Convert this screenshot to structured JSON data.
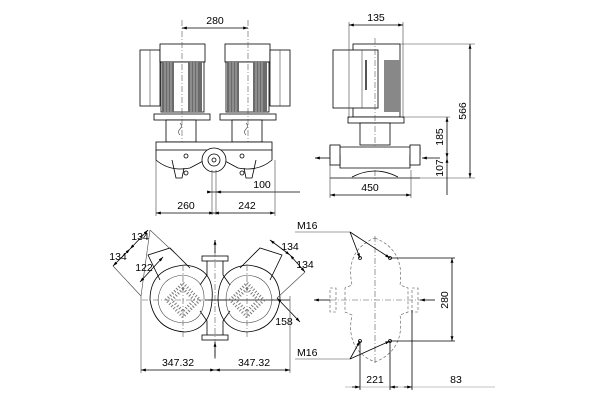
{
  "drawing": {
    "title": "Twin pump dimensional drawing",
    "front_view": {
      "dimensions": {
        "motor_spacing": "280",
        "left_width": "260",
        "right_width": "242",
        "flange_offset": "100"
      }
    },
    "side_view": {
      "dimensions": {
        "motor_width": "135",
        "total_height": "566",
        "base_to_flange": "185",
        "flange_height": "107",
        "base_length": "450"
      }
    },
    "top_view": {
      "dimensions": {
        "diag_left_outer": "134",
        "diag_left_inner": "134",
        "diag_left_radius": "122",
        "diag_right_outer": "134",
        "diag_right_inner": "134",
        "diag_right_radius": "158",
        "left_half": "347.32",
        "right_half": "347.32"
      }
    },
    "flange_view": {
      "dimensions": {
        "bolt_top": "M16",
        "bolt_bottom": "M16",
        "bolt_spacing": "280",
        "horizontal_a": "221",
        "horizontal_b": "83"
      }
    }
  }
}
